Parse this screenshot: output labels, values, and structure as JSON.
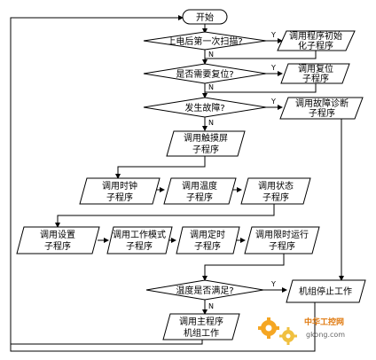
{
  "flowchart": {
    "start": "开始",
    "decisions": {
      "first_scan": "上电后第一次扫描?",
      "need_reset": "是否需要复位?",
      "fault": "发生故障?",
      "temp_ok": "温度是否满足?"
    },
    "processes": {
      "init": [
        "调用程序初始",
        "化子程序"
      ],
      "reset": [
        "调用复位",
        "子程序"
      ],
      "diag": [
        "调用故障诊断",
        "子程序"
      ],
      "touch": [
        "调用触摸屏",
        "子程序"
      ],
      "clock": [
        "调用时钟",
        "子程序"
      ],
      "temp": [
        "调用温度",
        "子程序"
      ],
      "status": [
        "调用状态",
        "子程序"
      ],
      "settings": [
        "调用设置",
        "子程序"
      ],
      "workmode": [
        "调用工作模式",
        "子程序"
      ],
      "timer": [
        "调用定时",
        "子程序"
      ],
      "limit": [
        "调用限时运行",
        "子程序"
      ],
      "main": [
        "调用主程序",
        "机组工作"
      ],
      "stop": "机组停止工作"
    },
    "branch_yes": "Y",
    "branch_no": "N"
  },
  "watermark": {
    "brand": "中华工控网",
    "site": "gkong.com"
  }
}
